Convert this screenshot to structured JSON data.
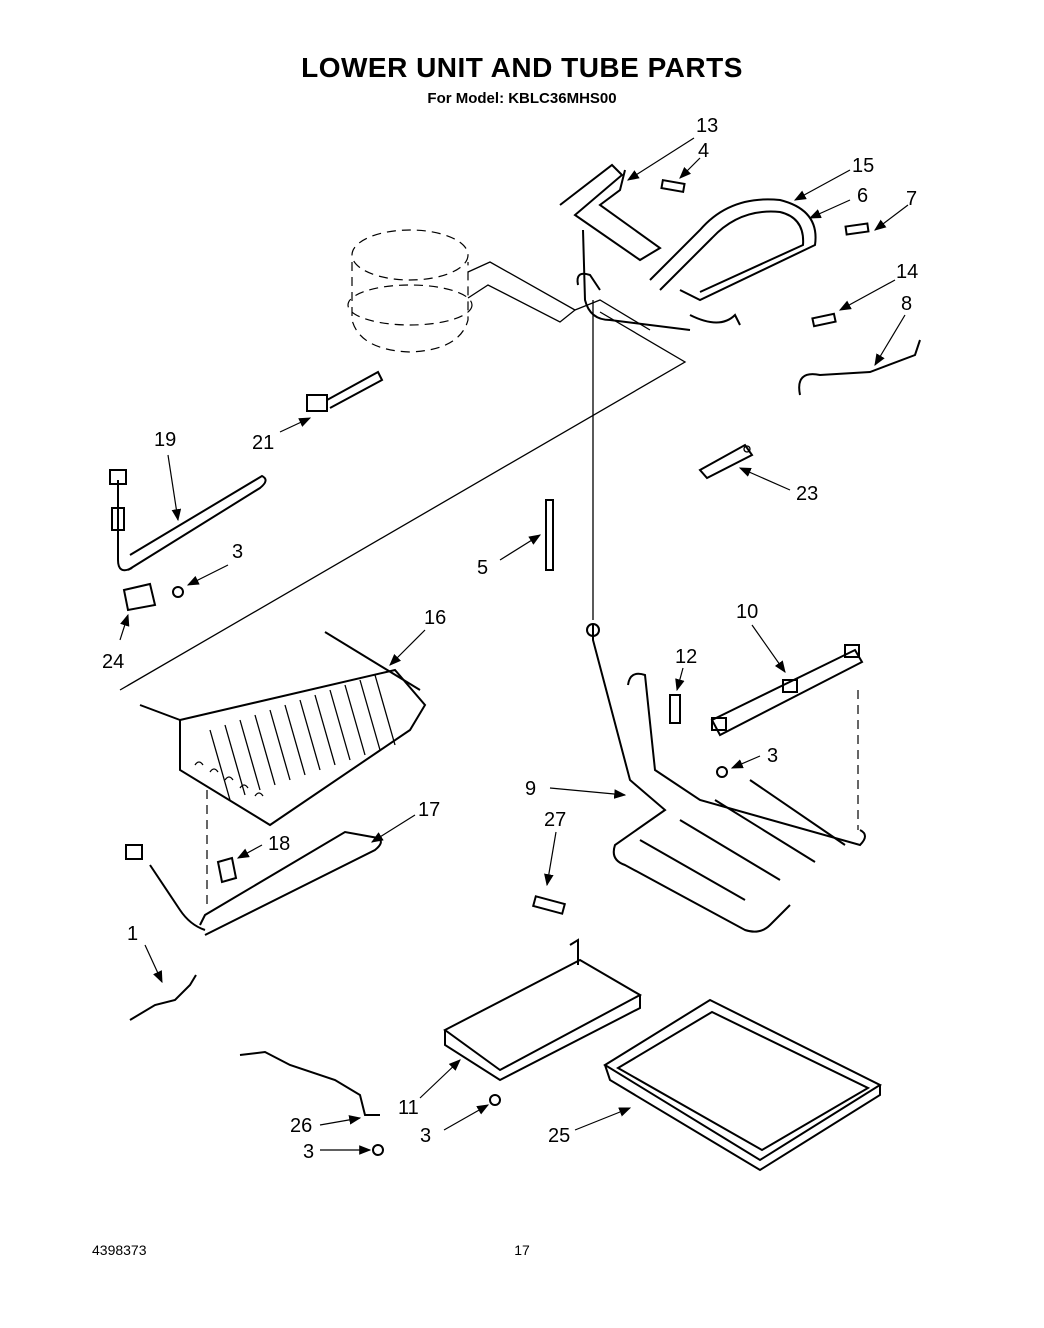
{
  "header": {
    "title": "LOWER UNIT AND TUBE PARTS",
    "subtitle": "For Model: KBLC36MHS00"
  },
  "callouts": [
    "13",
    "4",
    "15",
    "6",
    "7",
    "14",
    "8",
    "21",
    "19",
    "3",
    "23",
    "5",
    "24",
    "16",
    "10",
    "12",
    "3",
    "9",
    "27",
    "17",
    "18",
    "1",
    "11",
    "3",
    "25",
    "26",
    "3"
  ],
  "footer": {
    "doc_number": "4398373",
    "page_number": "17"
  }
}
